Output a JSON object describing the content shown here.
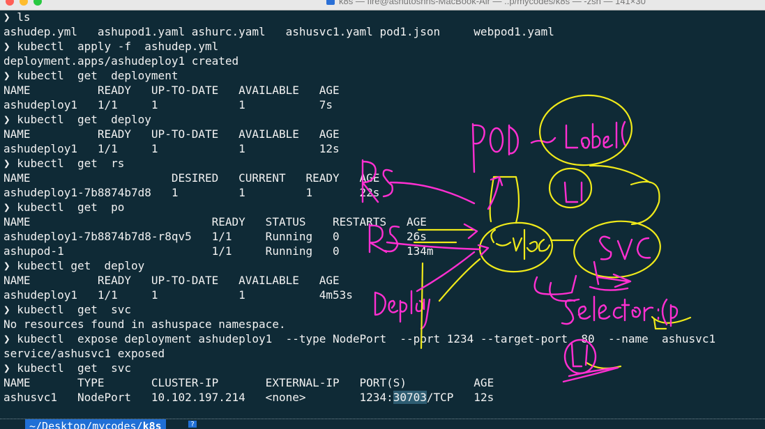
{
  "window": {
    "title": "k8s — fire@ashutoshhs-MacBook-Air — ..p/mycodes/k8s — -zsh — 141×30"
  },
  "terminal": {
    "prompt_symbol": "❯",
    "lines": [
      {
        "type": "cmd",
        "text": "ls"
      },
      {
        "type": "out",
        "text": "ashudep.yml   ashupod1.yaml ashurc.yaml   ashusvc1.yaml pod1.json     webpod1.yaml"
      },
      {
        "type": "cmd",
        "text": "kubectl  apply -f  ashudep.yml"
      },
      {
        "type": "out",
        "text": "deployment.apps/ashudeploy1 created"
      },
      {
        "type": "cmd",
        "text": "kubectl  get  deployment"
      },
      {
        "type": "out",
        "text": "NAME          READY   UP-TO-DATE   AVAILABLE   AGE"
      },
      {
        "type": "out",
        "text": "ashudeploy1   1/1     1            1           7s"
      },
      {
        "type": "cmd",
        "text": "kubectl  get  deploy"
      },
      {
        "type": "out",
        "text": "NAME          READY   UP-TO-DATE   AVAILABLE   AGE"
      },
      {
        "type": "out",
        "text": "ashudeploy1   1/1     1            1           12s"
      },
      {
        "type": "cmd",
        "text": "kubectl  get  rs"
      },
      {
        "type": "out",
        "text": "NAME                     DESIRED   CURRENT   READY   AGE"
      },
      {
        "type": "out",
        "text": "ashudeploy1-7b8874b7d8   1         1         1       22s"
      },
      {
        "type": "cmd",
        "text": "kubectl  get  po"
      },
      {
        "type": "out",
        "text": "NAME                           READY   STATUS    RESTARTS   AGE"
      },
      {
        "type": "out",
        "text": "ashudeploy1-7b8874b7d8-r8qv5   1/1     Running   0          26s"
      },
      {
        "type": "out",
        "text": "ashupod-1                      1/1     Running   0          134m"
      },
      {
        "type": "cmd",
        "text": "kubectl get  deploy"
      },
      {
        "type": "out",
        "text": "NAME          READY   UP-TO-DATE   AVAILABLE   AGE"
      },
      {
        "type": "out",
        "text": "ashudeploy1   1/1     1            1           4m53s"
      },
      {
        "type": "cmd",
        "text": "kubectl  get  svc"
      },
      {
        "type": "out",
        "text": "No resources found in ashuspace namespace."
      },
      {
        "type": "cmd",
        "text": "kubectl  expose deployment ashudeploy1  --type NodePort  --port 1234 --target-port  80  --name  ashusvc1"
      },
      {
        "type": "out",
        "text": "service/ashusvc1 exposed"
      },
      {
        "type": "cmd",
        "text": "kubectl  get  svc"
      },
      {
        "type": "out",
        "text": "NAME       TYPE       CLUSTER-IP       EXTERNAL-IP   PORT(S)          AGE"
      },
      {
        "type": "out_sel",
        "before": "ashusvc1   NodePort   10.102.197.214   <none>        1234:",
        "selected": "30703",
        "after": "/TCP   12s"
      }
    ]
  },
  "statusbar": {
    "path_prefix": "~/Desktop/mycodes/",
    "path_current": "k8s",
    "git_symbol": "?"
  },
  "annotations": {
    "pink_labels": [
      "pod",
      "Label",
      "L1",
      "RS",
      "RS",
      "Deploy",
      "Selector:(p)",
      "L1",
      "svc"
    ],
    "yellow_labels": [
      "Cyhe",
      "L1",
      "svc"
    ]
  }
}
